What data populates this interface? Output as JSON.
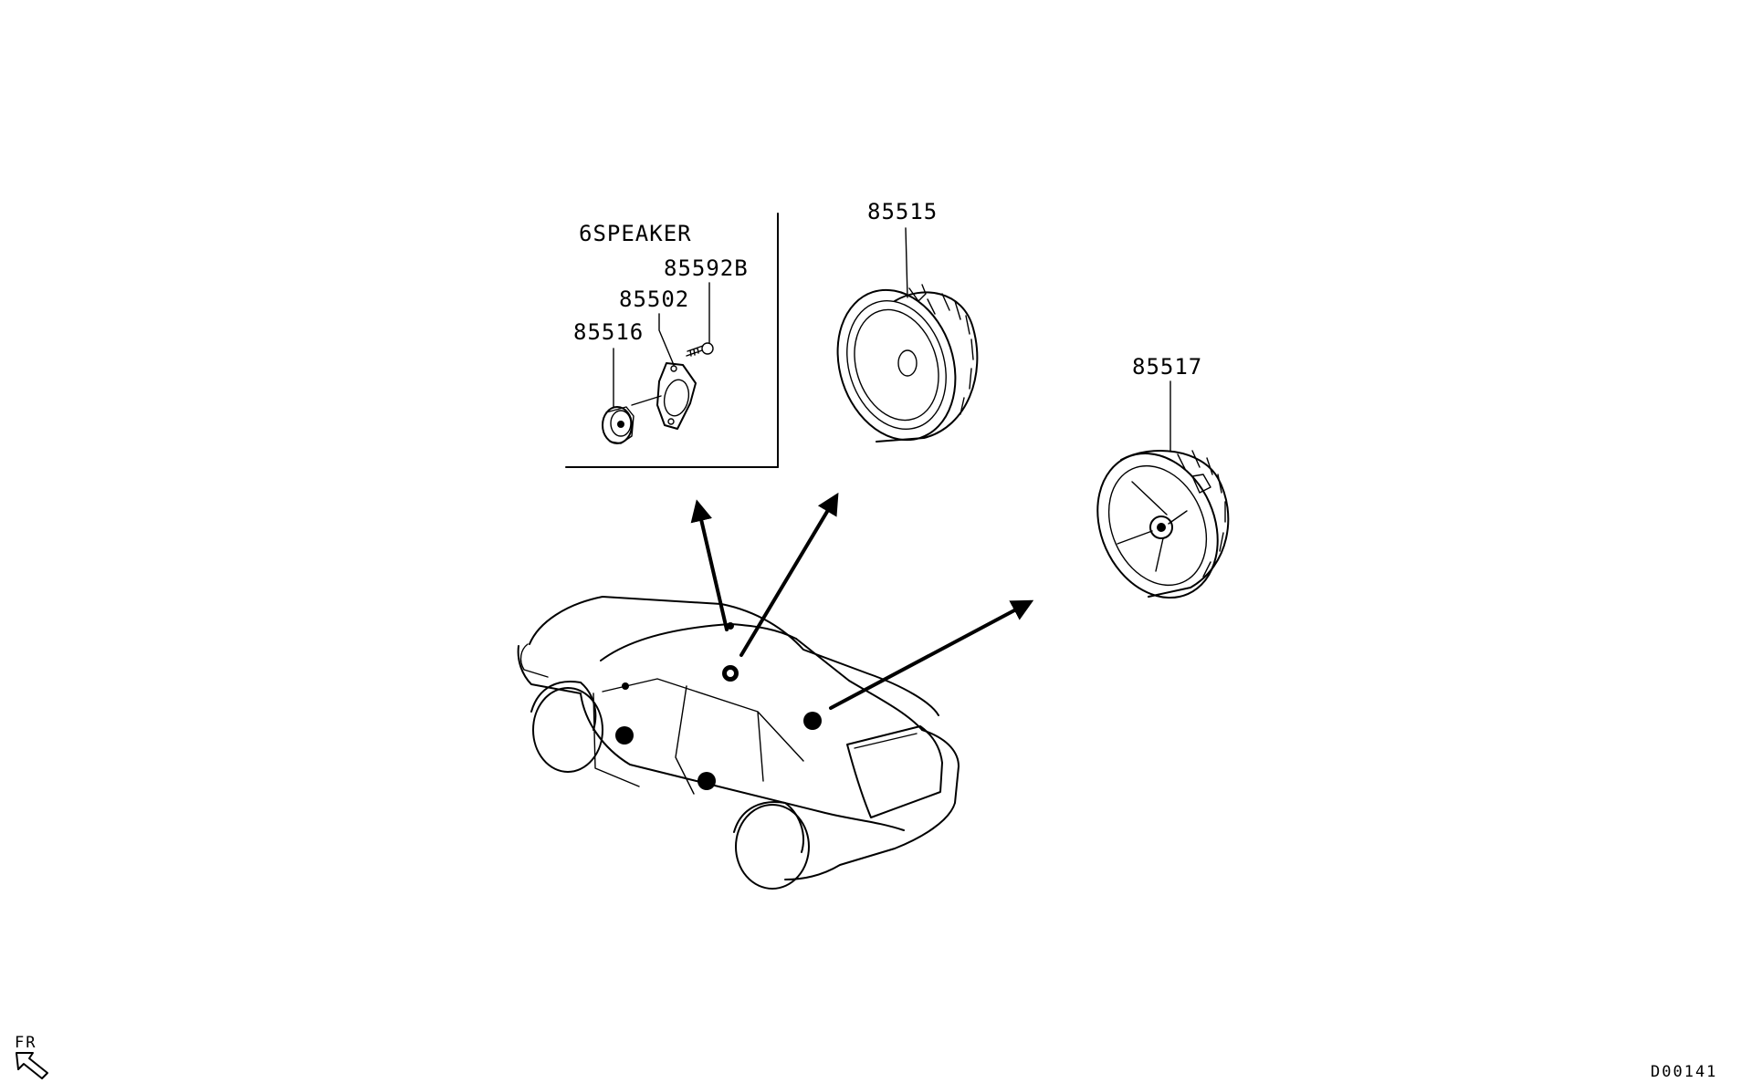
{
  "diagram": {
    "inset_title": "6SPEAKER",
    "parts": {
      "p85592b": "85592B",
      "p85502": "85502",
      "p85516": "85516",
      "p85515": "85515",
      "p85517": "85517"
    },
    "direction_label": "FR",
    "drawing_code": "D00141"
  }
}
